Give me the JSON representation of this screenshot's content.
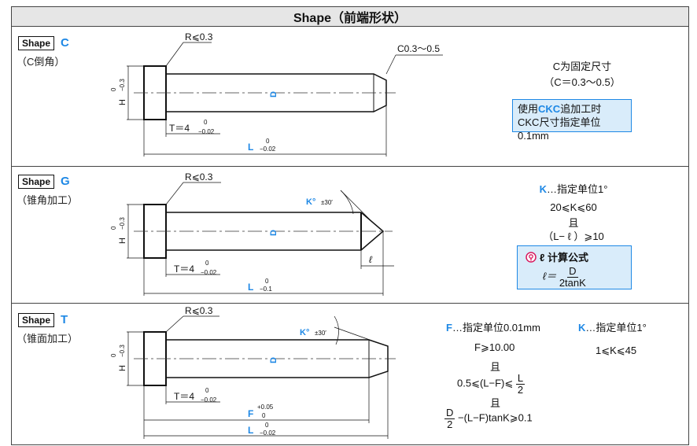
{
  "header": {
    "title": "Shape（前端形状）"
  },
  "sections": [
    {
      "badge": "Shape",
      "code": "C",
      "subtitle": "（C倒角）",
      "drawing": {
        "r": "R⩽0.3",
        "chamfer": "C0.3～0.5",
        "d": "D",
        "h": "H",
        "h_tol_top": "0",
        "h_tol_bot": "−0.3",
        "t": "T＝4",
        "t_tol_top": "0",
        "t_tol_bot": "−0.02",
        "l": "L",
        "l_tol_top": "0",
        "l_tol_bot": "−0.02"
      },
      "right": {
        "line1": "C为固定尺寸",
        "line2": "（C＝0.3～0.5）",
        "box_line1_pre": "使用",
        "box_line1_blue": "CKC",
        "box_line1_post": "追加工时",
        "box_line2": "CKC尺寸指定单位0.1mm"
      }
    },
    {
      "badge": "Shape",
      "code": "G",
      "subtitle": "（锥角加工）",
      "drawing": {
        "r": "R⩽0.3",
        "k": "K°",
        "k_tol": "±30′",
        "d": "D",
        "h": "H",
        "h_tol_top": "0",
        "h_tol_bot": "−0.3",
        "t": "T＝4",
        "t_tol_top": "0",
        "t_tol_bot": "−0.02",
        "l": "L",
        "l_tol_top": "0",
        "l_tol_bot": "−0.1",
        "ell": "ℓ"
      },
      "right": {
        "k_label": "K",
        "k_text": "…指定单位1°",
        "cond1": "20⩽K⩽60",
        "cond2": "且",
        "cond3": "（L− ℓ ）⩾10",
        "box_title": "ℓ 计算公式",
        "box_lhs": "ℓ＝",
        "box_num": "D",
        "box_den": "2tanK"
      }
    },
    {
      "badge": "Shape",
      "code": "T",
      "subtitle": "（锥面加工）",
      "drawing": {
        "r": "R⩽0.3",
        "k": "K°",
        "k_tol": "±30′",
        "d": "D",
        "h": "H",
        "h_tol_top": "0",
        "h_tol_bot": "−0.3",
        "t": "T＝4",
        "t_tol_top": "0",
        "t_tol_bot": "−0.02",
        "f": "F",
        "f_tol_top": "+0.05",
        "f_tol_bot": "0",
        "l": "L",
        "l_tol_top": "0",
        "l_tol_bot": "−0.02"
      },
      "right": {
        "f_label": "F",
        "f_text": "…指定单位0.01mm",
        "k_label": "K",
        "k_text": "…指定单位1°",
        "f_cond": "F⩾10.00",
        "k_cond": "1⩽K⩽45",
        "and1": "且",
        "ineq_pre": "0.5⩽(L−F)⩽",
        "ineq_num": "L",
        "ineq_den": "2",
        "and2": "且",
        "ineq2_num": "D",
        "ineq2_den": "2",
        "ineq2_post": "−(L−F)tanK⩾0.1"
      }
    }
  ]
}
